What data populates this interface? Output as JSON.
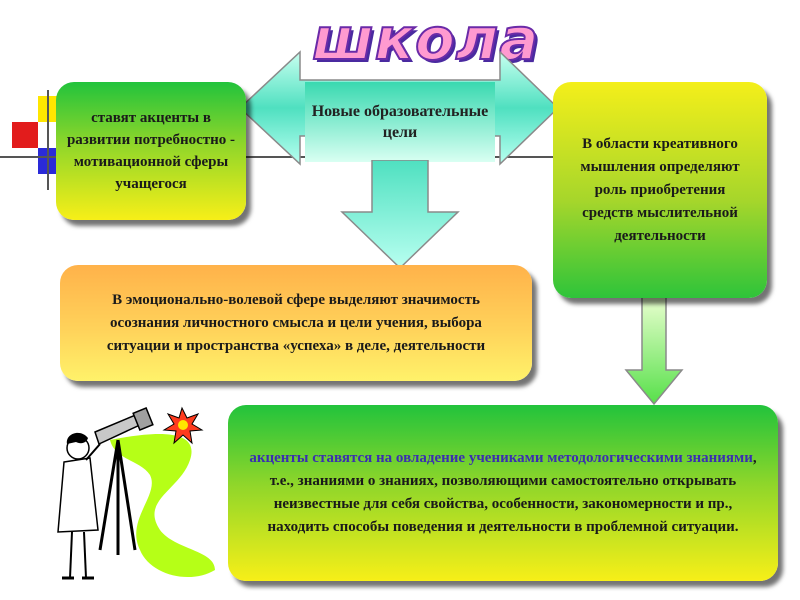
{
  "title": "школа",
  "center": {
    "text": "Новые образовательные цели"
  },
  "left_box": {
    "text": "ставят акценты в развитии потребностно - мотивационной сферы учащегося"
  },
  "right_box": {
    "text": "В области креативного мышления определяют роль приобретения средств мыслительной деятельности"
  },
  "middle_box": {
    "text": "В эмоционально-волевой сфере выделяют значимость осознания личностного смысла и цели учения, выбора ситуации и пространства «успеха» в деле, деятельности"
  },
  "bottom_box": {
    "highlight": "акценты ставятся на   овладение учениками методологическими знаниями",
    "rest": ", т.е., знаниями о знаниях, позволяющими    самостоятельно открывать неизвестные для себя свойства, особенности, закономерности и пр., находить способы поведения и деятельности в проблемной ситуации."
  },
  "colors": {
    "arrow_fill": "#4fe0c0",
    "highlight_text": "#3a2fb0",
    "title_fill": "#ff9ad0",
    "title_stroke": "#6a2aa8"
  }
}
